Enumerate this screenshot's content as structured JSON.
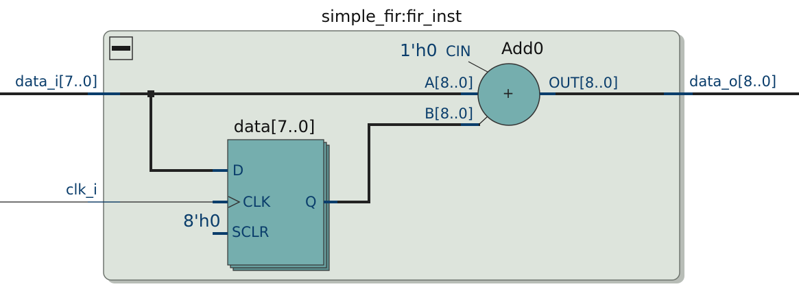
{
  "module": {
    "title": "simple_fir:fir_inst",
    "collapse_icon": "minus-icon"
  },
  "inputs": {
    "data_i": "data_i[7..0]",
    "clk_i": "clk_i"
  },
  "outputs": {
    "data_o": "data_o[8..0]"
  },
  "register": {
    "name": "data[7..0]",
    "port_d": "D",
    "port_clk": "CLK",
    "port_sclr": "SCLR",
    "port_q": "Q",
    "sclr_const": "8'h0"
  },
  "adder": {
    "name": "Add0",
    "symbol": "+",
    "cin_const": "1'h0",
    "port_cin": "CIN",
    "port_a": "A[8..0]",
    "port_b": "B[8..0]",
    "port_out": "OUT[8..0]"
  },
  "colors": {
    "module_fill": "#dde4dc",
    "component_fill": "#75aeae",
    "wire": "#222222",
    "port_stub": "#0a3d6b"
  }
}
